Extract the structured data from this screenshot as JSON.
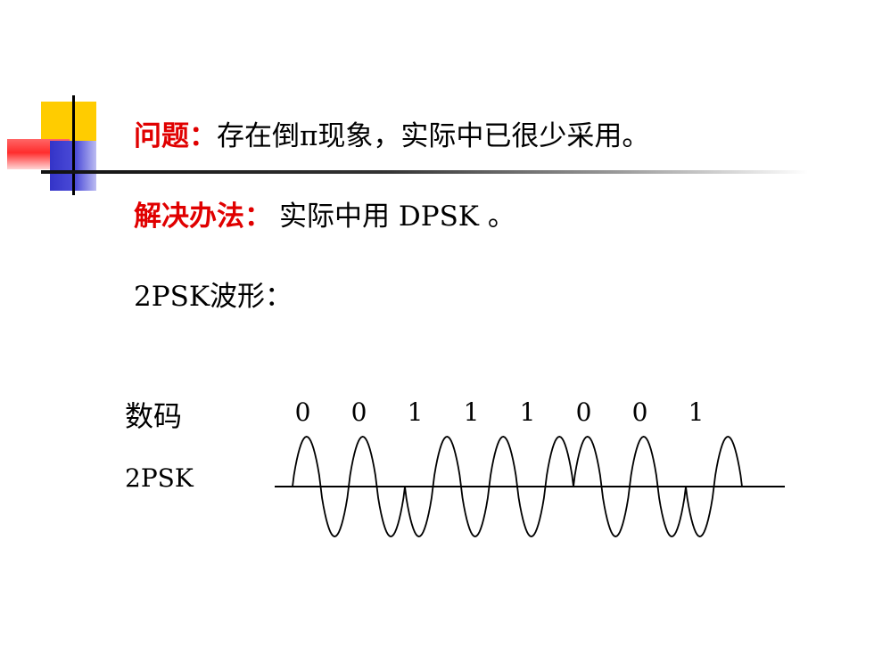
{
  "slide": {
    "problem_label": "问题：",
    "problem_text": "存在倒π现象，实际中已很少采用。",
    "solution_label": "解决办法：",
    "solution_text": "实际中用 DPSK 。",
    "waveform_title": "2PSK波形："
  },
  "diagram": {
    "row_label_bits": "数码",
    "row_label_signal": "2PSK",
    "bits": [
      "0",
      "0",
      "1",
      "1",
      "1",
      "0",
      "0",
      "1"
    ],
    "colors": {
      "problem_label": "#e00000",
      "deco_yellow": "#ffcc00",
      "deco_red": "#ff3333",
      "deco_blue": "#3333cc"
    }
  }
}
